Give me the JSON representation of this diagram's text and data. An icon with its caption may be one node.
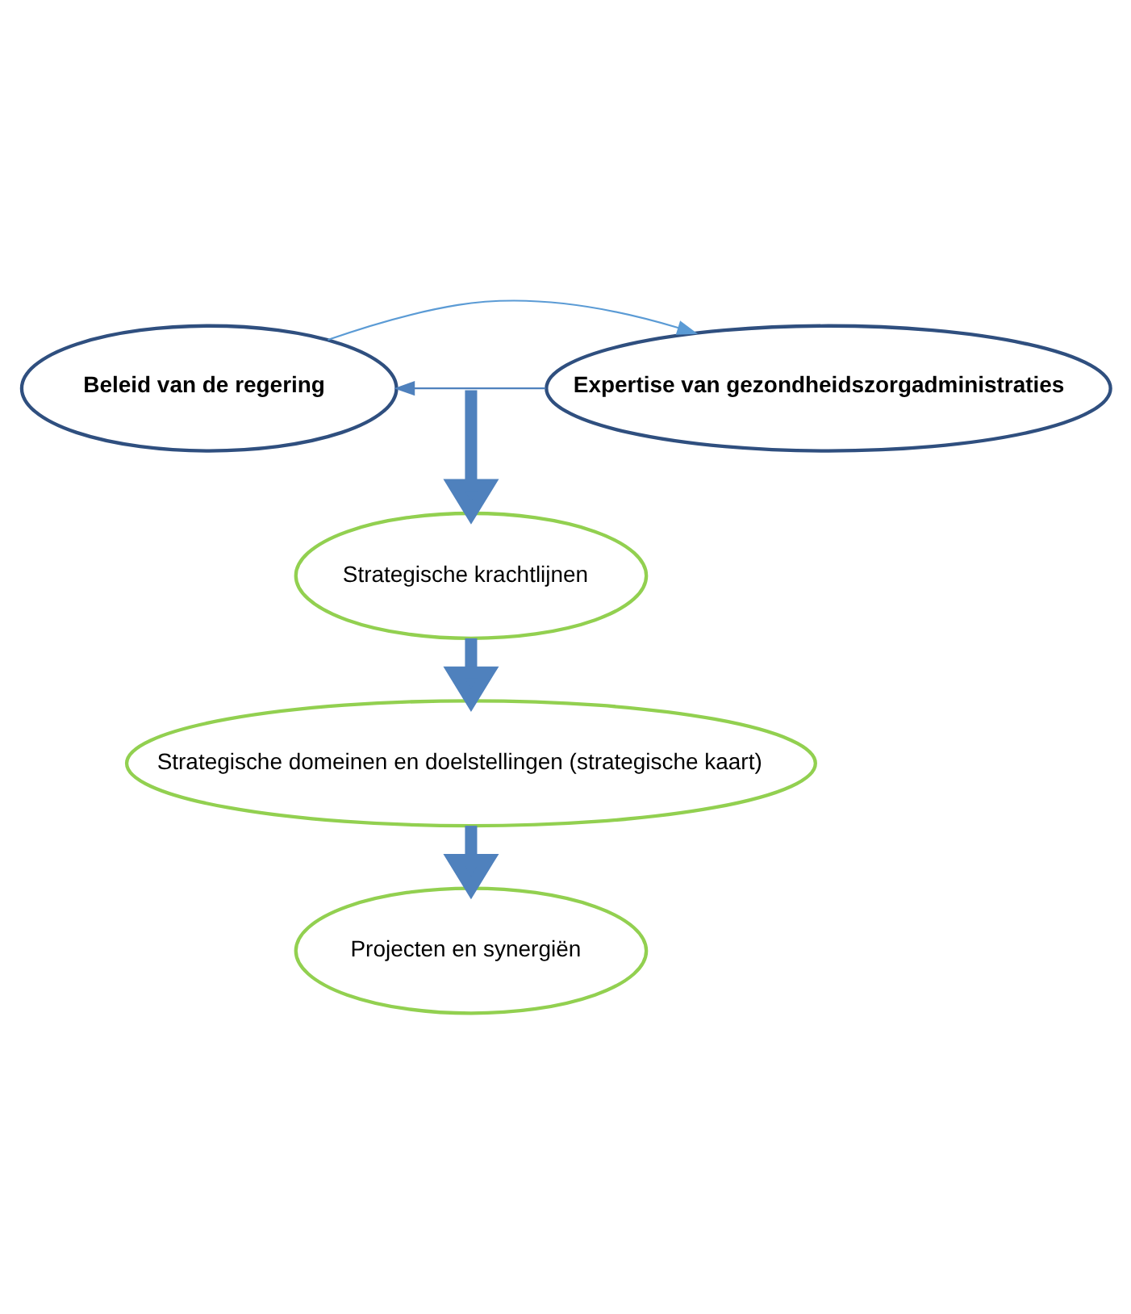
{
  "diagram": {
    "nodes": [
      {
        "text": [
          "Beleid van de regering"
        ]
      },
      {
        "text": [
          "Expertise van gezondheidszorgadministraties"
        ]
      },
      {
        "text": [
          "Strategische krachtlijnen"
        ]
      },
      {
        "text": [
          "Strategische domeinen en doelstellingen (strategische kaart)"
        ]
      },
      {
        "text": [
          "Projecten en synergiën"
        ]
      }
    ],
    "edges": [
      {
        "from": 0,
        "to": 1,
        "arrow": "to",
        "color": "#5b9bd5"
      },
      {
        "from": 1,
        "to": 0,
        "arrow": "to"
      },
      {
        "from": null,
        "to": 2,
        "arrow": "to"
      },
      {
        "from": 2,
        "to": 3,
        "arrow": "to"
      },
      {
        "from": 3,
        "to": 4,
        "arrow": "to"
      }
    ]
  }
}
